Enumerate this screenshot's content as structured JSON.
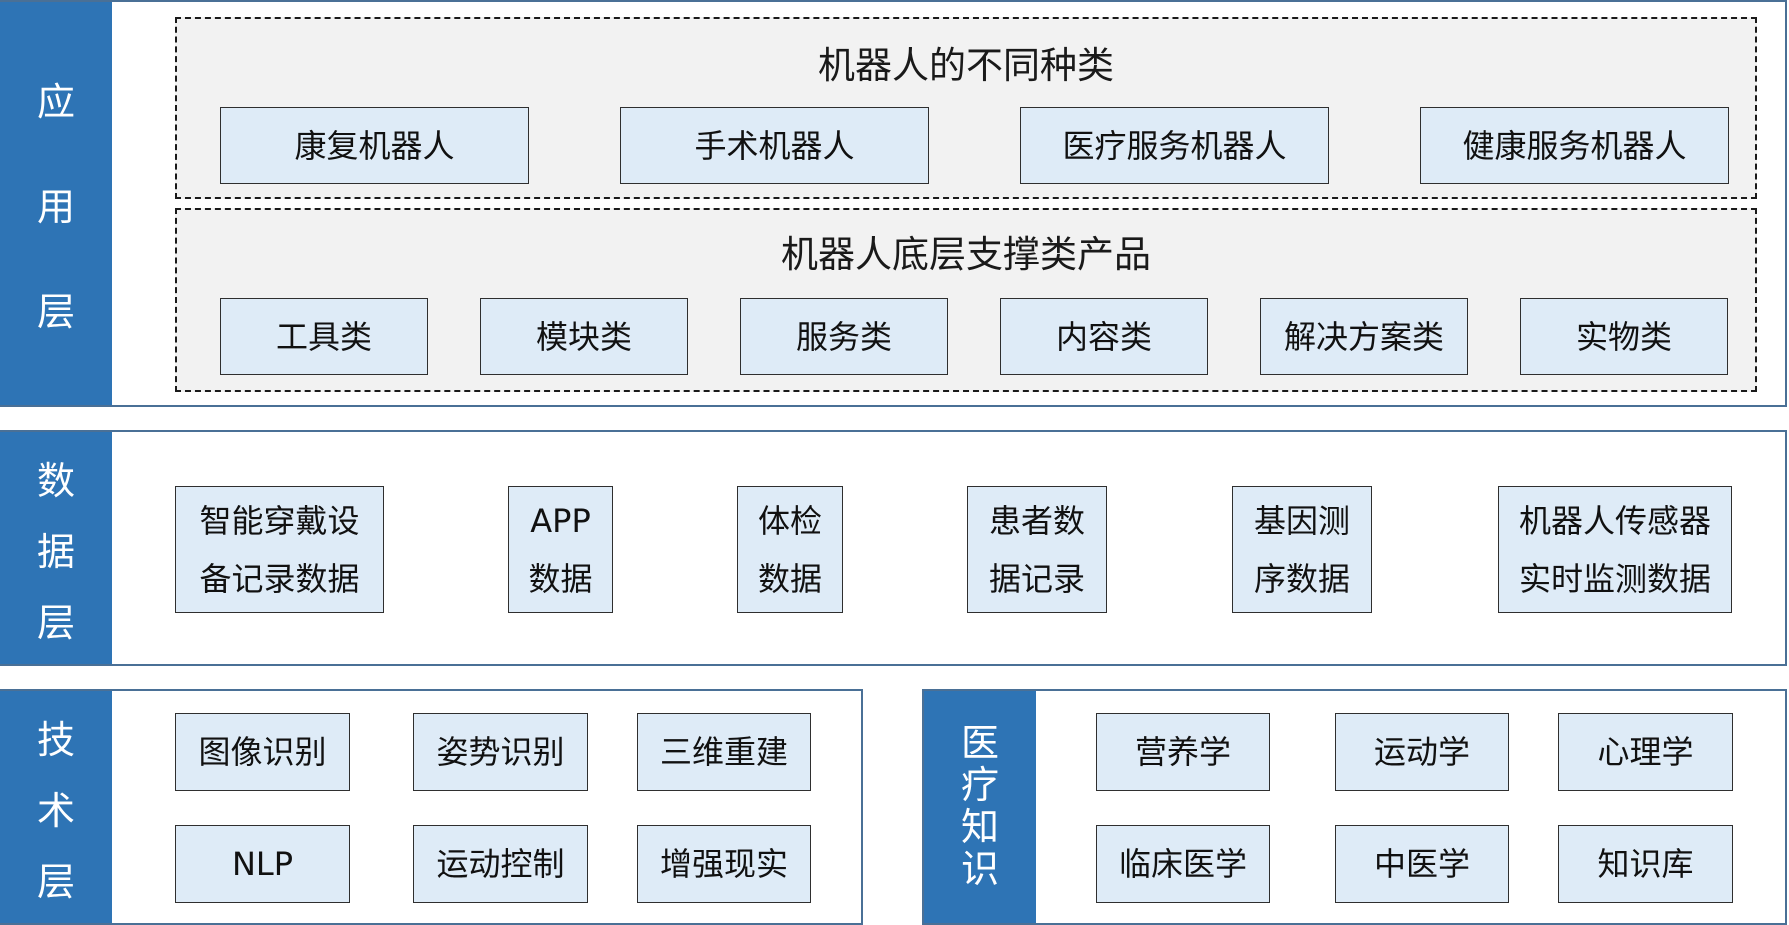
{
  "application_layer": {
    "label_chars": [
      "应",
      "用",
      "层"
    ],
    "robot_types": {
      "title": "机器人的不同种类",
      "items": [
        "康复机器人",
        "手术机器人",
        "医疗服务机器人",
        "健康服务机器人"
      ]
    },
    "support_products": {
      "title": "机器人底层支撑类产品",
      "items": [
        "工具类",
        "模块类",
        "服务类",
        "内容类",
        "解决方案类",
        "实物类"
      ]
    }
  },
  "data_layer": {
    "label_chars": [
      "数",
      "据",
      "层"
    ],
    "items": [
      [
        "智能穿戴设",
        "备记录数据"
      ],
      [
        "APP",
        "数据"
      ],
      [
        "体检",
        "数据"
      ],
      [
        "患者数",
        "据记录"
      ],
      [
        "基因测",
        "序数据"
      ],
      [
        "机器人传感器",
        "实时监测数据"
      ]
    ]
  },
  "tech_layer": {
    "label_chars": [
      "技",
      "术",
      "层"
    ],
    "items": [
      "图像识别",
      "姿势识别",
      "三维重建",
      "NLP",
      "运动控制",
      "增强现实"
    ]
  },
  "medical_knowledge": {
    "label_chars": [
      "医",
      "疗",
      "知",
      "识"
    ],
    "items": [
      "营养学",
      "运动学",
      "心理学",
      "临床医学",
      "中医学",
      "知识库"
    ]
  }
}
